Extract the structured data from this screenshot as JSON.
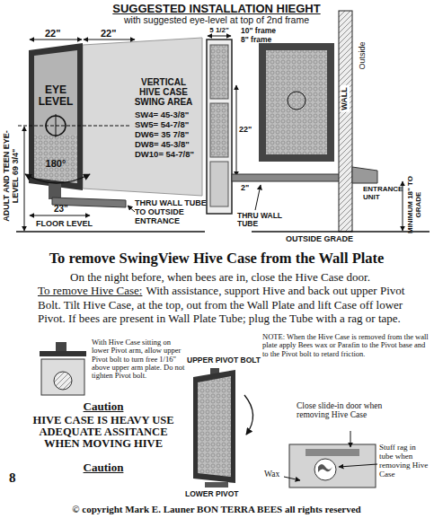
{
  "diagram": {
    "title": "SUGGESTED INSTALLATION HIEGHT",
    "labels": [
      "with suggested eye-level at top of 2nd frame",
      "22\"",
      "22\"",
      "EYE LEVEL",
      "180°",
      "ADULT AND TEEN EYE-LEVEL 69 3/4\"",
      "FLOOR LEVEL",
      "23\"",
      "THRU WALL TUBE TO OUTSIDE ENTRANCE",
      "VERTICAL HIVE CASE SWING AREA",
      "SW4= 45-3/8\"",
      "SW5= 54-7/8\"",
      "DW6= 35 7/8\"",
      "DW8= 45-3/8\"",
      "DW10= 54-7/8\"",
      "5 1/2\"",
      "10\" frame",
      "8\" frame",
      "22\"",
      "2\"",
      "THRU WALL TUBE",
      "WALL",
      "Outside",
      "ENTRANCE UNIT",
      "MINIMUM 18\" TO GRADE",
      "OUTSIDE GRADE",
      "To remove SwingView Hive Case from the Wall Plate",
      "On the night before, when bees are in, close the Hive Case door.",
      "To remove Hive Case:",
      "With assistance, support Hive and back out upper Pivot Bolt. Tilt Hive Case, at the top, out from the Wall Plate and lift Case off lower Pivot. If bees are present in Wall Plate Tube; plug the Tube with a rag or tape.",
      "With Hive Case sitting on lower Pivot arm, allow upper Pivot bolt to turn free 1/16\" above upper arm plate. Do not tighten Pivot bolt.",
      "Caution",
      "HIVE CASE IS HEAVY USE ADEQUATE ASSITANCE WHEN MOVING HIVE",
      "Caution",
      "UPPER PIVOT BOLT",
      "NOTE: When the Hive Case is removed from the wall plate apply Bees wax or Parafin to the Pivot base and to the Pivot bolt to retard friction.",
      "Close slide-in door when removing Hive Case",
      "Stuff rag in tube when removing Hive Case",
      "Wax",
      "LOWER PIVOT",
      "8",
      "© copyright Mark E. Launer BON TERRA BEES all rights reserved"
    ]
  }
}
